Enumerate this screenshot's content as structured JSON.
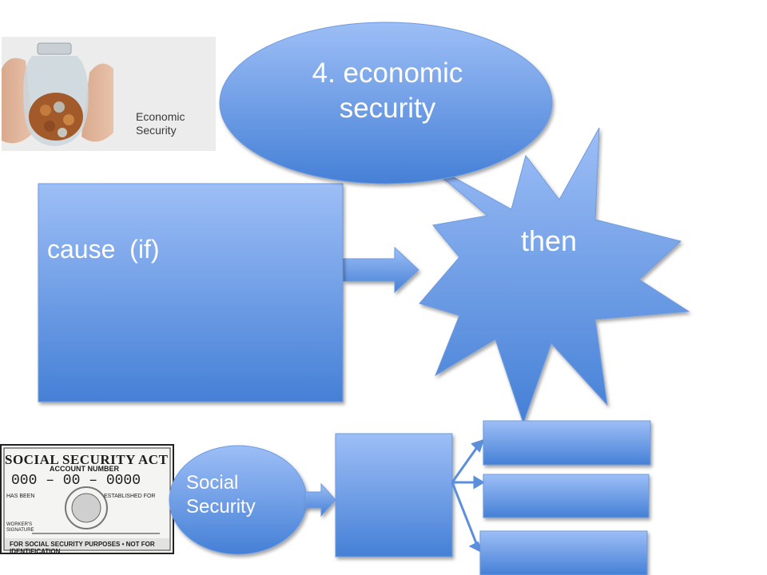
{
  "diagram": {
    "title_ellipse": "4. economic security",
    "cause_box": "cause  (if)",
    "star_label": "then",
    "small_ellipse": "Social Security",
    "effect_boxes": [
      "",
      "",
      ""
    ],
    "colors": {
      "shape_top": "#9bbcf5",
      "shape_bottom": "#4a86d8",
      "shape_border": "#6e9be0",
      "text": "#ffffff"
    }
  },
  "images": {
    "economic_security_photo": {
      "caption": "Economic Security"
    },
    "social_security_card": {
      "heading": "SOCIAL SECURITY ACT",
      "account_label": "ACCOUNT NUMBER",
      "number": "000 – 00 – 0000",
      "has_been": "HAS BEEN",
      "established_for": "ESTABLISHED FOR",
      "signature_label": "WORKER'S SIGNATURE",
      "footer": "FOR SOCIAL SECURITY PURPOSES • NOT FOR IDENTIFICATION"
    }
  }
}
